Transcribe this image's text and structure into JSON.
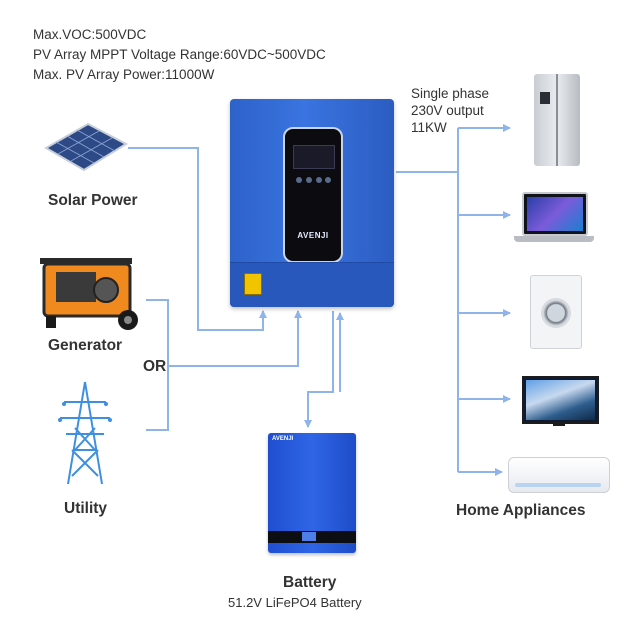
{
  "specs": {
    "line1": "Max.VOC:500VDC",
    "line2": "PV Array MPPT Voltage Range:60VDC~500VDC",
    "line3": "Max. PV Array Power:11000W"
  },
  "output": {
    "line1": "Single phase",
    "line2": "230V output",
    "line3": "11KW"
  },
  "sources": {
    "solar": "Solar Power",
    "generator": "Generator",
    "or": "OR",
    "utility": "Utility"
  },
  "inverter": {
    "logo": "AVENJI"
  },
  "battery": {
    "logo": "AVENJI",
    "title": "Battery",
    "subtitle": "51.2V LiFePO4 Battery"
  },
  "appliances": {
    "title": "Home Appliances"
  },
  "colors": {
    "wire": "#8fb4ea",
    "inverter": "#3569d4",
    "battery": "#2a5ee0"
  },
  "icons": [
    "solar-panel-icon",
    "generator-icon",
    "pylon-icon",
    "fridge-icon",
    "laptop-icon",
    "washer-icon",
    "tv-icon",
    "air-conditioner-icon"
  ]
}
